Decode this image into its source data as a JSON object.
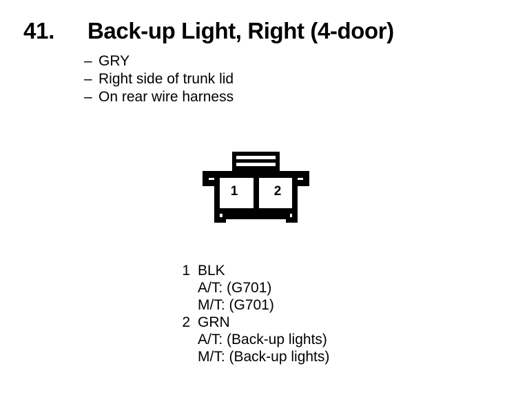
{
  "document": {
    "item_number": "41.",
    "title": "Back-up Light, Right (4-door)"
  },
  "bullets": [
    {
      "dash": "–",
      "text": "GRY"
    },
    {
      "dash": "–",
      "text": "Right side of trunk lid"
    },
    {
      "dash": "–",
      "text": "On rear wire harness"
    }
  ],
  "connector": {
    "cavity_1_label": "1",
    "cavity_2_label": "2",
    "outline_color": "#000000",
    "fill_color": "#ffffff"
  },
  "legend": [
    {
      "pin": "1",
      "wire_color": "BLK",
      "sub_lines": [
        "A/T: (G701)",
        "M/T: (G701)"
      ]
    },
    {
      "pin": "2",
      "wire_color": "GRN",
      "sub_lines": [
        "A/T: (Back-up lights)",
        "M/T: (Back-up lights)"
      ]
    }
  ]
}
